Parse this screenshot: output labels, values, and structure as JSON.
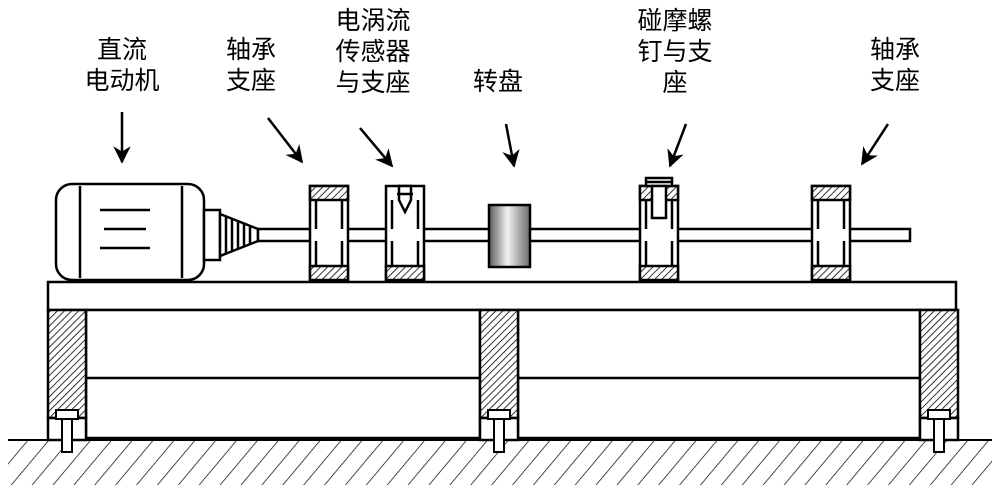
{
  "labels": {
    "motor": [
      "直流",
      "电动机"
    ],
    "bearing_left": [
      "轴承",
      "支座"
    ],
    "sensor": [
      "电涡流",
      "传感器",
      "与支座"
    ],
    "disk": [
      "转盘"
    ],
    "rub_screw": [
      "碰摩螺",
      "钉与支",
      "座"
    ],
    "bearing_right": [
      "轴承",
      "支座"
    ]
  },
  "colors": {
    "line": "#000000",
    "fill": "#ffffff"
  }
}
